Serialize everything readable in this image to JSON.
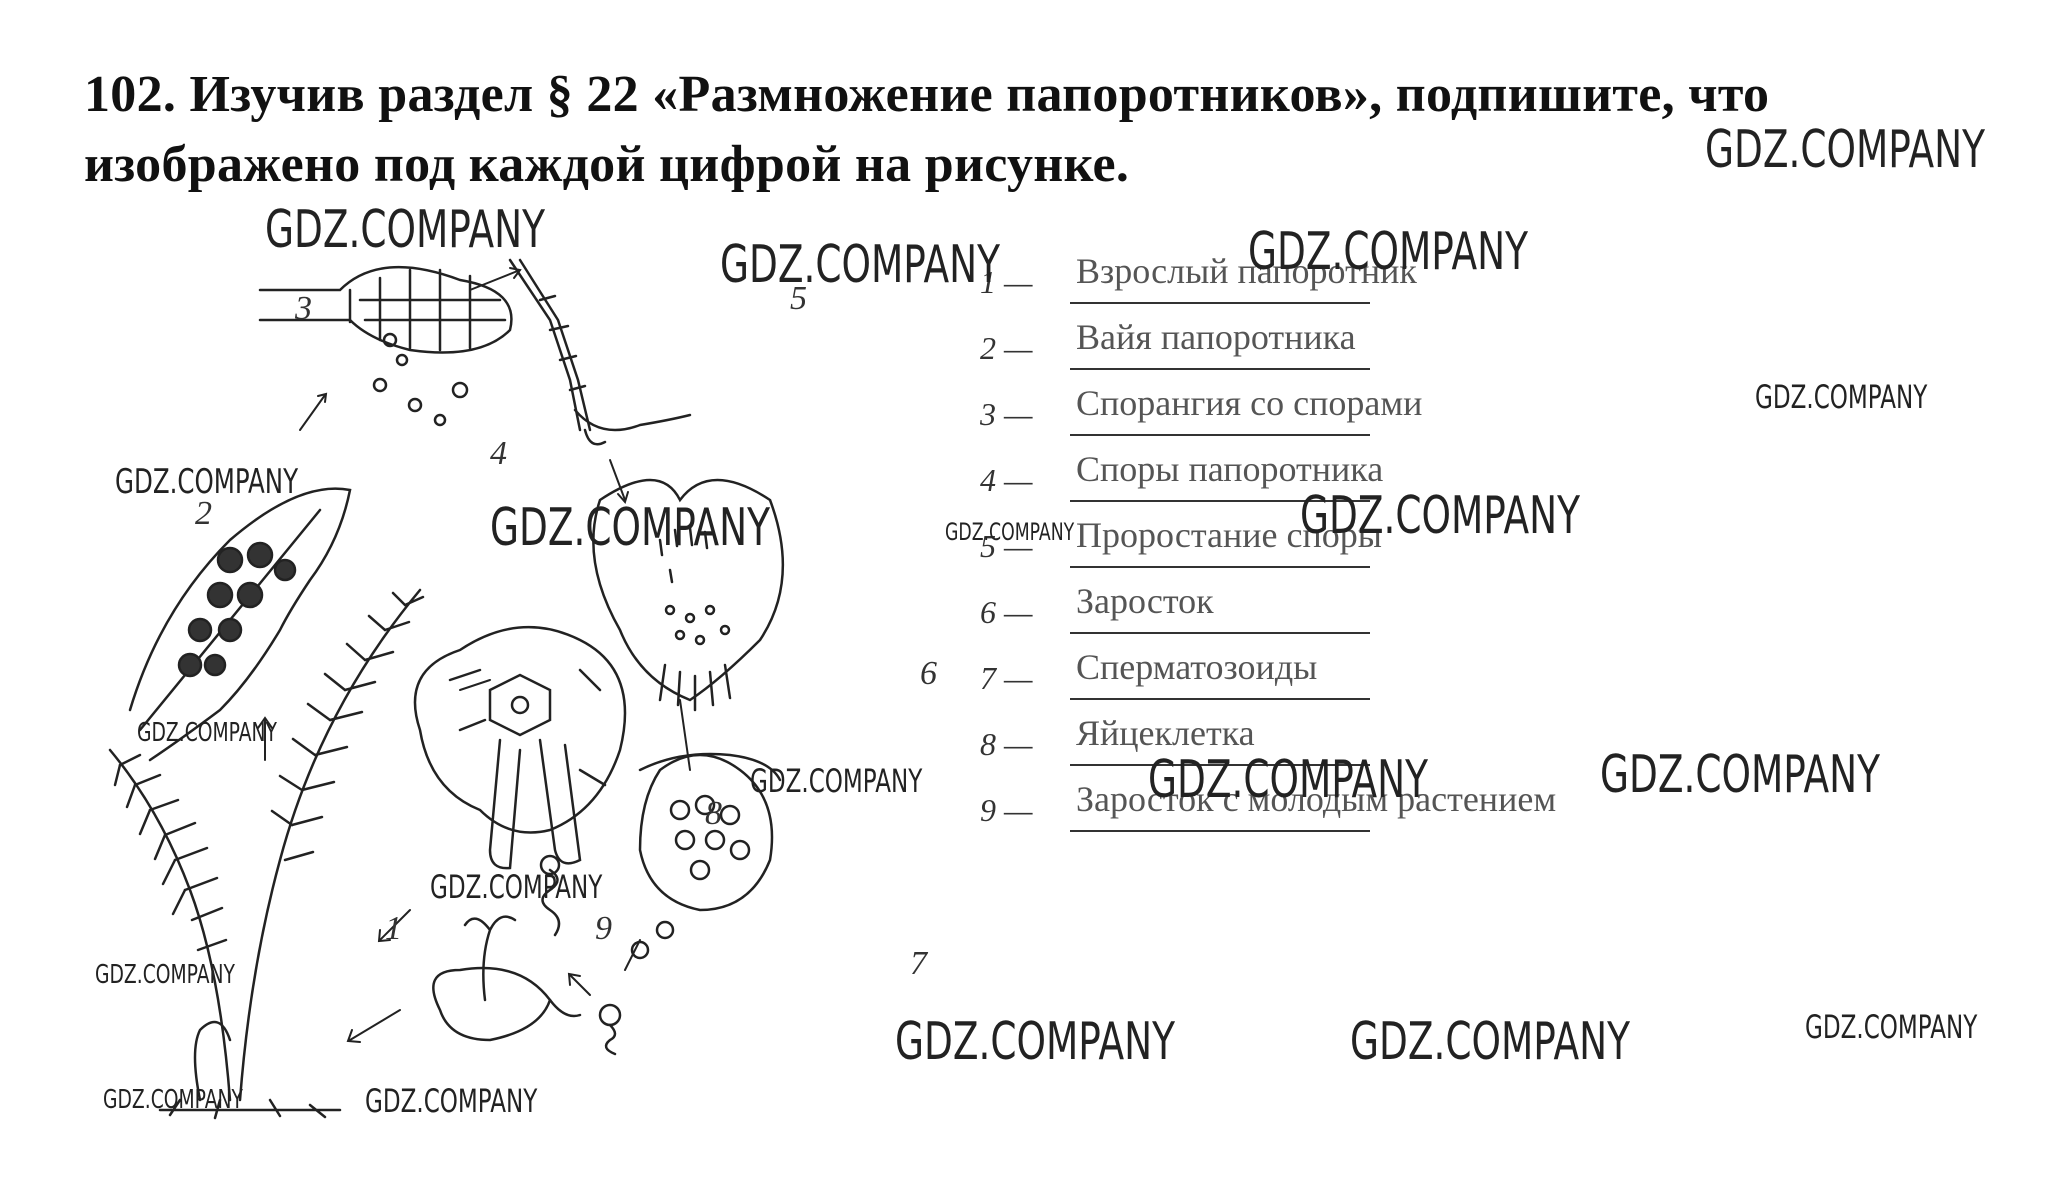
{
  "task": {
    "line1": "102. Изучив раздел § 22 «Размножение папоротников», подпишите, что",
    "line2": "изображено под каждой цифрой на рисунке."
  },
  "figure_labels": [
    "1",
    "2",
    "3",
    "4",
    "5",
    "6",
    "7",
    "8",
    "9"
  ],
  "answers": [
    {
      "num": "1 —",
      "text": "Взрослый папоротник"
    },
    {
      "num": "2 —",
      "text": "Вайя папоротника"
    },
    {
      "num": "3 —",
      "text": "Спорангия со спорами"
    },
    {
      "num": "4 —",
      "text": "Споры папоротника"
    },
    {
      "num": "5 —",
      "text": "Проростание споры"
    },
    {
      "num": "6 —",
      "text": "Заросток"
    },
    {
      "num": "7 —",
      "text": "Сперматозоиды"
    },
    {
      "num": "8 —",
      "text": "Яйцеклетка"
    },
    {
      "num": "9 —",
      "text": "Заросток с молодым растением"
    }
  ],
  "watermark": "GDZ.COMPANY"
}
